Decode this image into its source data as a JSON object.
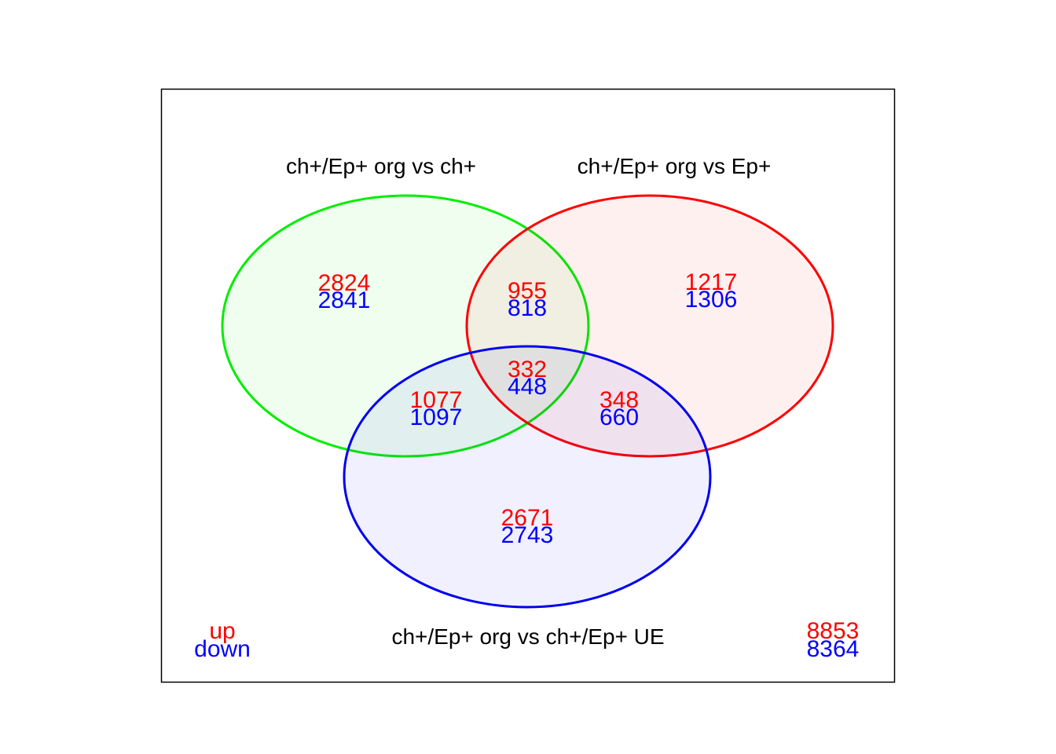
{
  "colors": {
    "up": "#ff0000",
    "down": "#0000ff",
    "frame": "#000000",
    "set_a": "#00ee00",
    "set_b": "#ff0000",
    "set_c": "#0000ee"
  },
  "sets": {
    "a": {
      "name": "ch+/Ep+ org vs ch+"
    },
    "b": {
      "name": "ch+/Ep+ org vs Ep+"
    },
    "c": {
      "name": "ch+/Ep+ org vs ch+/Ep+ UE"
    }
  },
  "regions": {
    "a_only": {
      "up": "2824",
      "down": "2841"
    },
    "b_only": {
      "up": "1217",
      "down": "1306"
    },
    "c_only": {
      "up": "2671",
      "down": "2743"
    },
    "ab_only": {
      "up": "955",
      "down": "818"
    },
    "ac_only": {
      "up": "1077",
      "down": "1097"
    },
    "bc_only": {
      "up": "348",
      "down": "660"
    },
    "abc": {
      "up": "332",
      "down": "448"
    }
  },
  "legend": {
    "up": "up",
    "down": "down"
  },
  "total": {
    "up": "8853",
    "down": "8364"
  }
}
